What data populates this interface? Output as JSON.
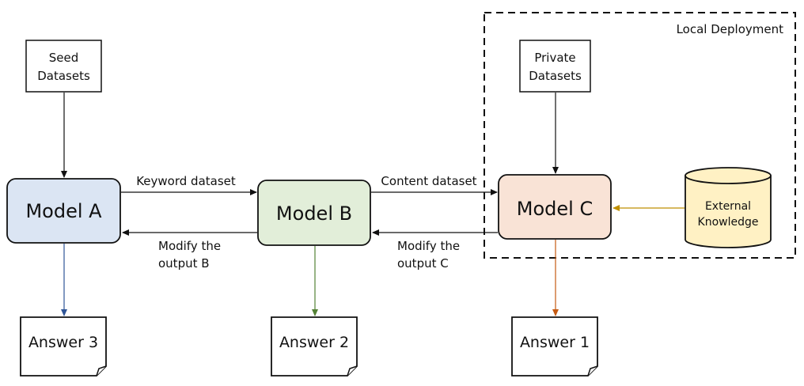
{
  "region": {
    "label": "Local Deployment"
  },
  "nodes": {
    "seed": {
      "line1": "Seed",
      "line2": "Datasets"
    },
    "private": {
      "line1": "Private",
      "line2": "Datasets"
    },
    "model_a": {
      "label": "Model A",
      "fill": "#dbe5f3"
    },
    "model_b": {
      "label": "Model B",
      "fill": "#e2eed9"
    },
    "model_c": {
      "label": "Model C",
      "fill": "#f9e3d6"
    },
    "knowledge": {
      "line1": "External",
      "line2": "Knowledge",
      "fill": "#fff1c4"
    },
    "answer3": {
      "label": "Answer 3"
    },
    "answer2": {
      "label": "Answer 2"
    },
    "answer1": {
      "label": "Answer 1"
    }
  },
  "edges": {
    "keyword": "Keyword dataset",
    "content": "Content dataset",
    "modify_b": {
      "line1": "Modify the",
      "line2": "output B"
    },
    "modify_c": {
      "line1": "Modify the",
      "line2": "output C"
    }
  },
  "colors": {
    "arrow_a": "#2f5597",
    "arrow_b": "#538135",
    "arrow_c": "#c55a11",
    "arrow_knowledge": "#bf8f00",
    "border": "#111111"
  }
}
